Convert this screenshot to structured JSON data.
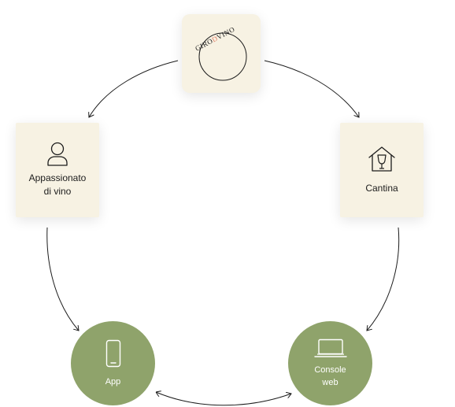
{
  "logo": {
    "text_left": "GIRO",
    "text_accent": "D",
    "text_right": "VINO"
  },
  "nodes": {
    "appassionato": {
      "label_line1": "Appassionato",
      "label_line2": "di vino",
      "icon": "user-icon"
    },
    "cantina": {
      "label": "Cantina",
      "icon": "house-wine-glass-icon"
    },
    "app": {
      "label": "App",
      "icon": "smartphone-icon"
    },
    "console": {
      "label_line1": "Console",
      "label_line2": "web",
      "icon": "laptop-icon"
    }
  },
  "colors": {
    "box_background": "#f7f2e3",
    "circle_green": "#8fa36b",
    "accent": "#e0826b",
    "text_dark": "#1c1c1c"
  }
}
